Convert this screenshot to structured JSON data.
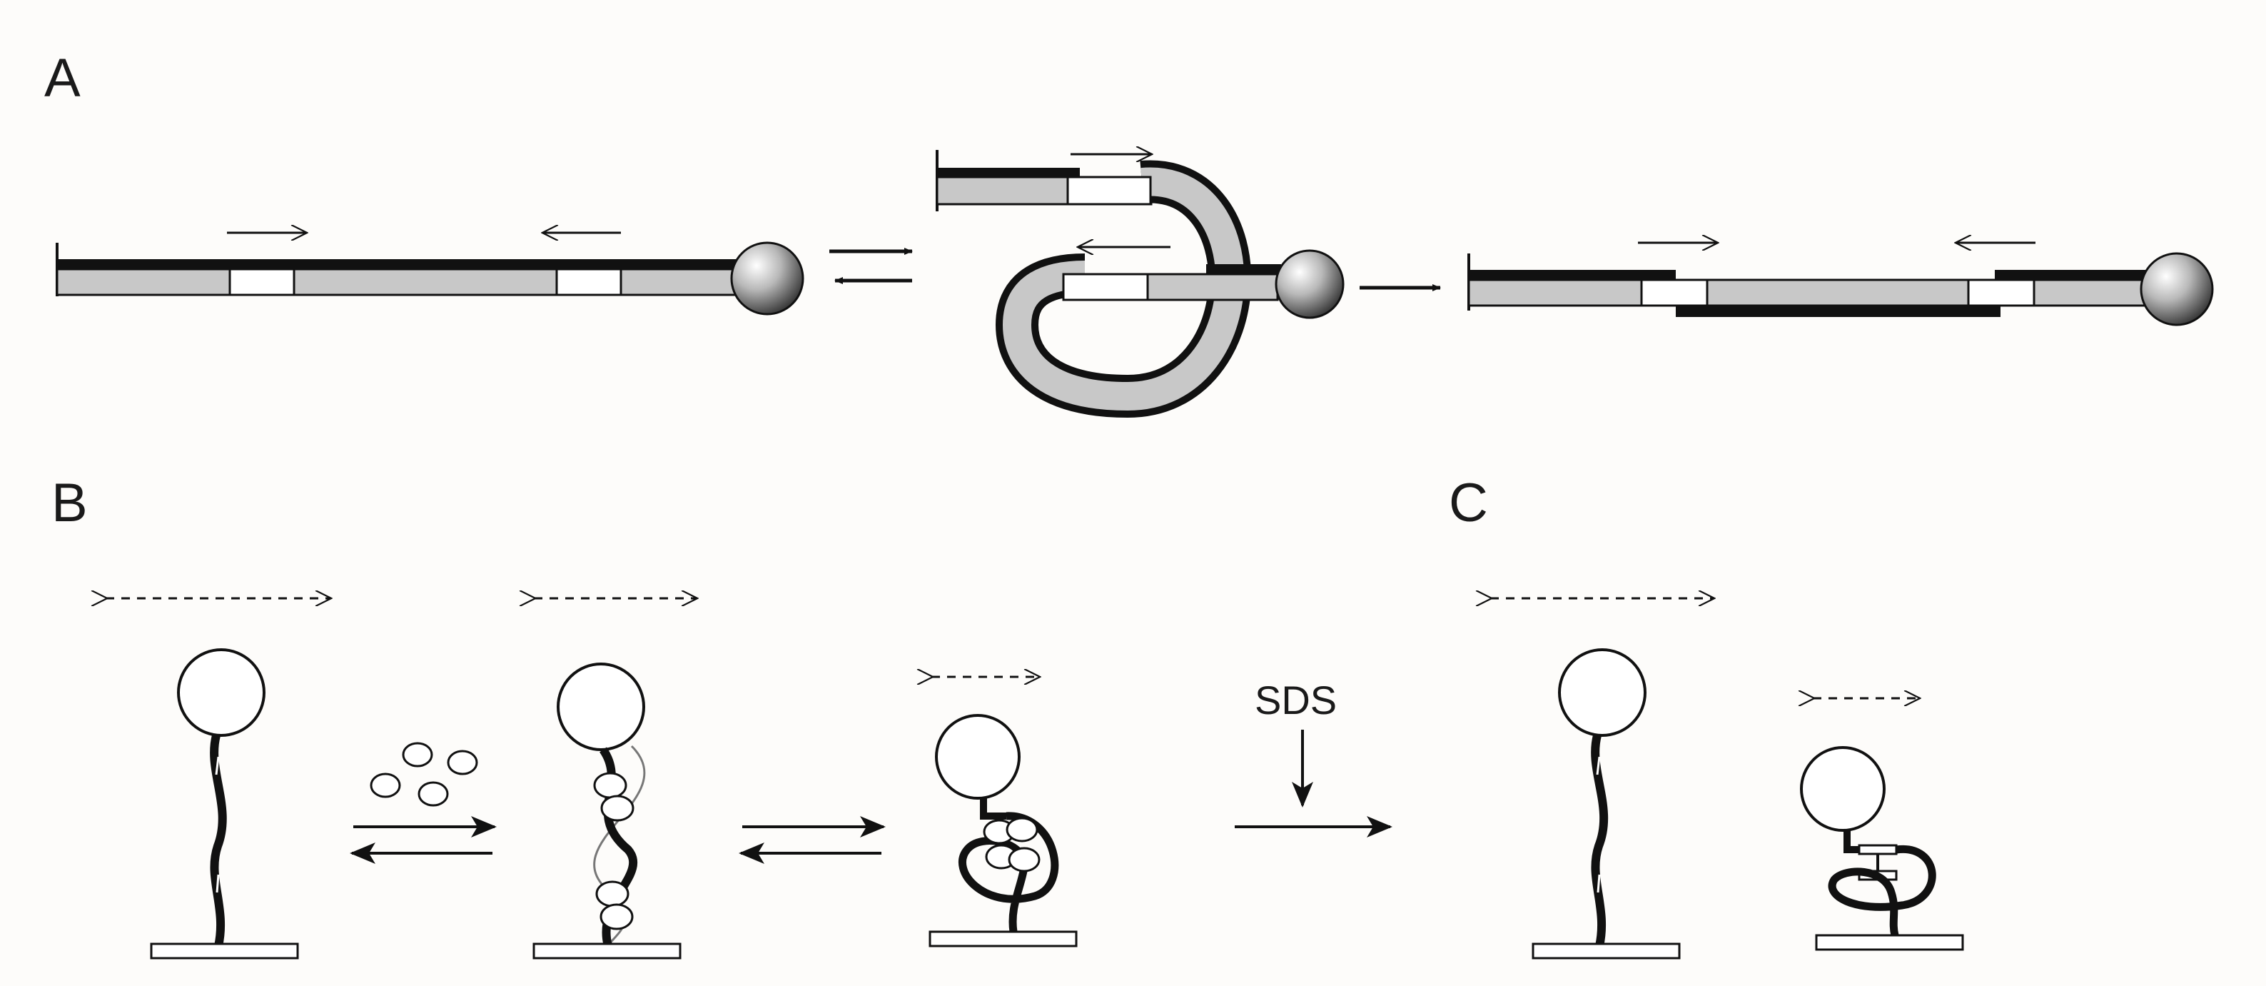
{
  "panels": {
    "a": {
      "label": "A"
    },
    "b": {
      "label": "B"
    },
    "c": {
      "label": "C"
    }
  },
  "reagent": {
    "label": "SDS"
  },
  "colors": {
    "ink": "#111111",
    "strand_fill": "#c8c8c8",
    "background": "#fdfcfa"
  },
  "icons": {
    "bead": "gradient-sphere",
    "surface": "rectangle-plate",
    "protein": "ellipse",
    "motion_range": "dashed-double-arrow"
  }
}
